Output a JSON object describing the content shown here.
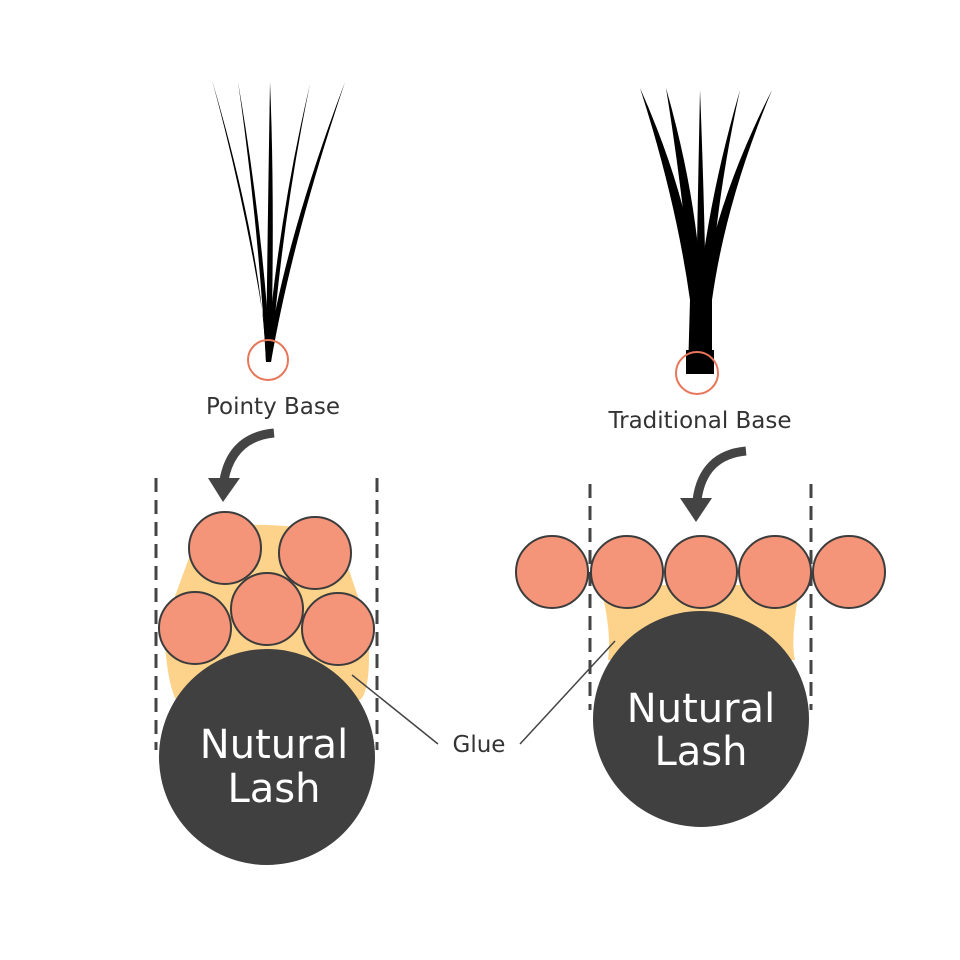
{
  "labels": {
    "pointy_base": "Pointy Base",
    "traditional_base": "Traditional Base",
    "glue": "Glue",
    "lash_line1": "Nutural",
    "lash_line2": "Lash"
  },
  "colors": {
    "background": "#ffffff",
    "fiber": "#000000",
    "base_marker": "#e8765a",
    "extension_fill": "#f4957a",
    "extension_stroke": "#3c3c3c",
    "glue_fill": "#fdd38b",
    "natural_lash": "#404040",
    "arrow": "#444444",
    "guide_line": "#444444",
    "text": "#333333"
  }
}
